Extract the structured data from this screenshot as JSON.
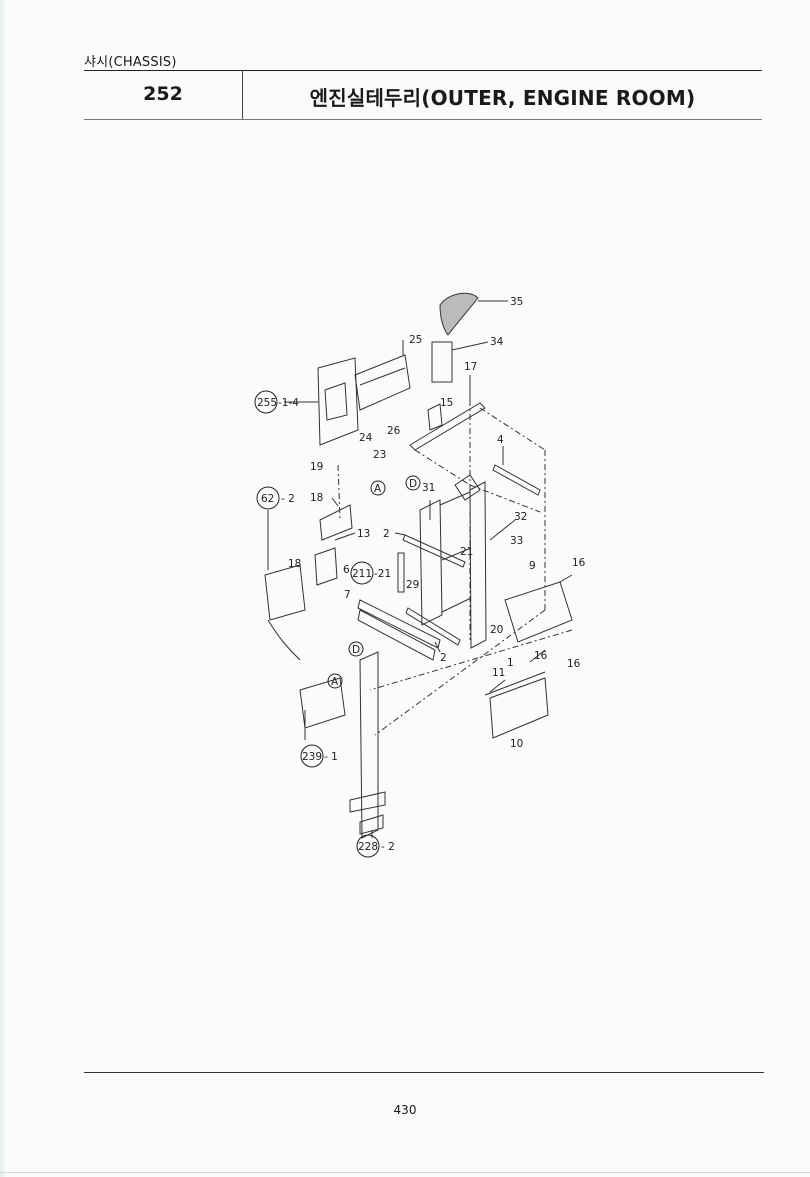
{
  "header": {
    "section": "샤시(CHASSIS)",
    "code": "252",
    "title": "엔진실테두리(OUTER, ENGINE ROOM)"
  },
  "diagram": {
    "callouts": [
      {
        "id": "35",
        "label": "35"
      },
      {
        "id": "34",
        "label": "34"
      },
      {
        "id": "25",
        "label": "25"
      },
      {
        "id": "17",
        "label": "17"
      },
      {
        "id": "255-1-4",
        "ref": "255",
        "suffix": "-1-4"
      },
      {
        "id": "15",
        "label": "15"
      },
      {
        "id": "24",
        "label": "24"
      },
      {
        "id": "26",
        "label": "26"
      },
      {
        "id": "4",
        "label": "4"
      },
      {
        "id": "23",
        "label": "23"
      },
      {
        "id": "19",
        "label": "19"
      },
      {
        "id": "D-top",
        "label": "D"
      },
      {
        "id": "31",
        "label": "31"
      },
      {
        "id": "62-2",
        "ref": "62",
        "suffix": "- 2"
      },
      {
        "id": "18a",
        "label": "18"
      },
      {
        "id": "A-top",
        "label": "A"
      },
      {
        "id": "32",
        "label": "32"
      },
      {
        "id": "13",
        "label": "13"
      },
      {
        "id": "2a",
        "label": "2"
      },
      {
        "id": "21a",
        "label": "21"
      },
      {
        "id": "33",
        "label": "33"
      },
      {
        "id": "18b",
        "label": "18"
      },
      {
        "id": "6",
        "label": "6"
      },
      {
        "id": "211-21",
        "ref": "211",
        "suffix": "-21"
      },
      {
        "id": "9",
        "label": "9"
      },
      {
        "id": "16a",
        "label": "16"
      },
      {
        "id": "29",
        "label": "29"
      },
      {
        "id": "7",
        "label": "7"
      },
      {
        "id": "20",
        "label": "20"
      },
      {
        "id": "2b",
        "label": "2"
      },
      {
        "id": "1",
        "label": "1"
      },
      {
        "id": "16b",
        "label": "16"
      },
      {
        "id": "16c",
        "label": "16"
      },
      {
        "id": "D-bot",
        "label": "D"
      },
      {
        "id": "A-bot",
        "label": "A"
      },
      {
        "id": "11",
        "label": "11"
      },
      {
        "id": "10",
        "label": "10"
      },
      {
        "id": "239-1",
        "ref": "239",
        "suffix": "- 1"
      },
      {
        "id": "228-2",
        "ref": "228",
        "suffix": "- 2"
      }
    ]
  },
  "footer": {
    "page_number": "430"
  }
}
